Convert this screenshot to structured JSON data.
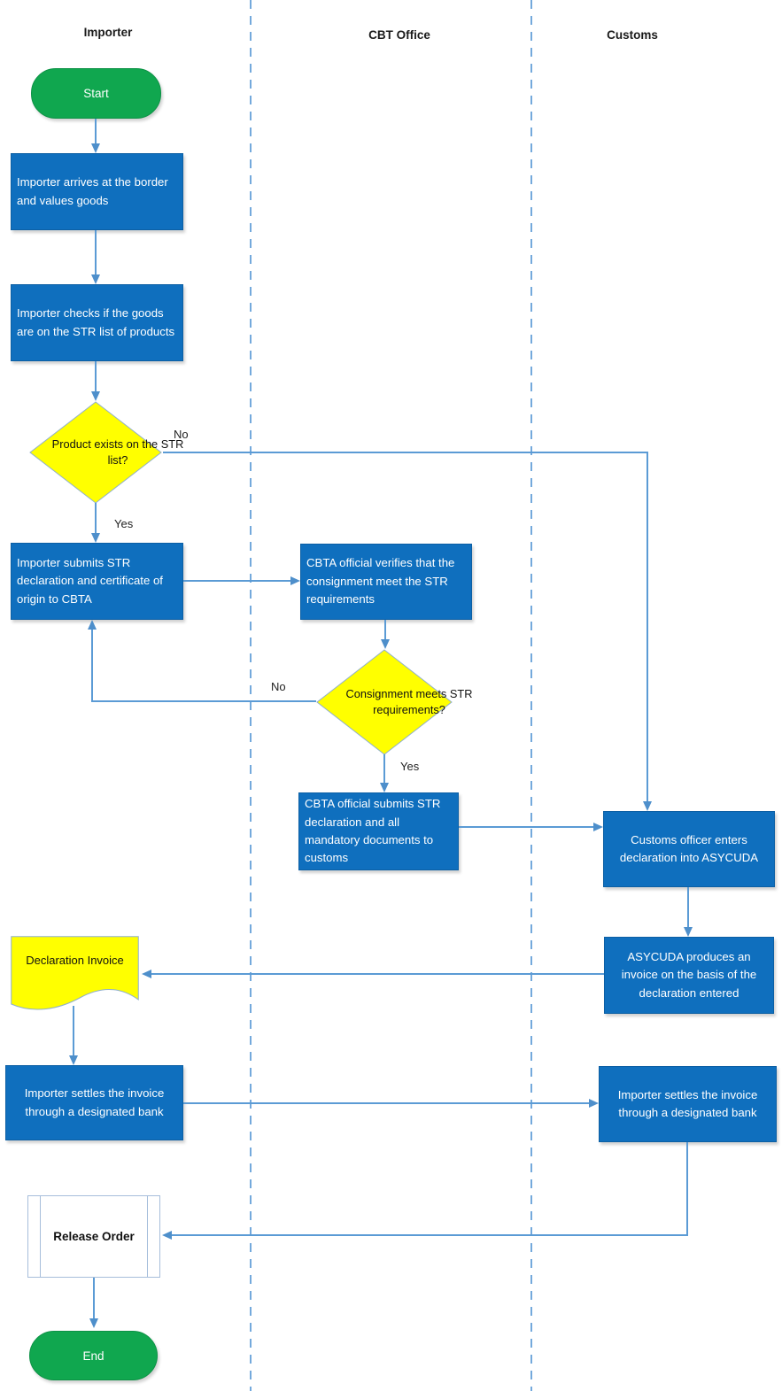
{
  "lanes": [
    {
      "label": "Importer"
    },
    {
      "label": "CBT Office"
    },
    {
      "label": "Customs"
    }
  ],
  "nodes": {
    "start": {
      "label": "Start",
      "type": "terminator"
    },
    "arrives": {
      "label": "Importer arrives at the border and values goods",
      "type": "process"
    },
    "checks": {
      "label": "Importer checks if the goods are on the STR list of products",
      "type": "process"
    },
    "product_exists": {
      "label": "Product exists on the STR list?",
      "type": "decision"
    },
    "submits_str": {
      "label": "Importer submits STR declaration and certificate of origin to CBTA",
      "type": "process"
    },
    "cbta_verifies": {
      "label": "CBTA official verifies that the consignment meet the STR requirements",
      "type": "process"
    },
    "consignment_meets": {
      "label": "Consignment meets STR requirements?",
      "type": "decision"
    },
    "cbta_submits": {
      "label": "CBTA official submits STR declaration and all mandatory documents to customs",
      "type": "process"
    },
    "customs_enters": {
      "label": "Customs officer enters declaration into ASYCUDA",
      "type": "process"
    },
    "asycuda_produces": {
      "label": "ASYCUDA produces an invoice on the basis of the declaration entered",
      "type": "process"
    },
    "declaration_invoice": {
      "label": "Declaration Invoice",
      "type": "document"
    },
    "settles_importer_lane": {
      "label": "Importer settles the invoice through a designated bank",
      "type": "process"
    },
    "settles_customs_lane": {
      "label": "Importer settles the invoice through a designated bank",
      "type": "process"
    },
    "release_order": {
      "label": "Release Order",
      "type": "subroutine"
    },
    "end": {
      "label": "End",
      "type": "terminator"
    }
  },
  "edges": {
    "product_no": "No",
    "product_yes": "Yes",
    "consignment_no": "No",
    "consignment_yes": "Yes"
  },
  "colors": {
    "process_fill": "#0F6FBE",
    "process_border": "#0C5FA4",
    "process_text": "#FFFFFF",
    "decision_fill": "#FFFF00",
    "decision_border": "#8FAFCC",
    "terminator_fill": "#10A74F",
    "document_fill": "#FFFF00",
    "connector": "#5B9BD5",
    "lane_divider": "#74A9DC",
    "label_text": "#222222"
  }
}
